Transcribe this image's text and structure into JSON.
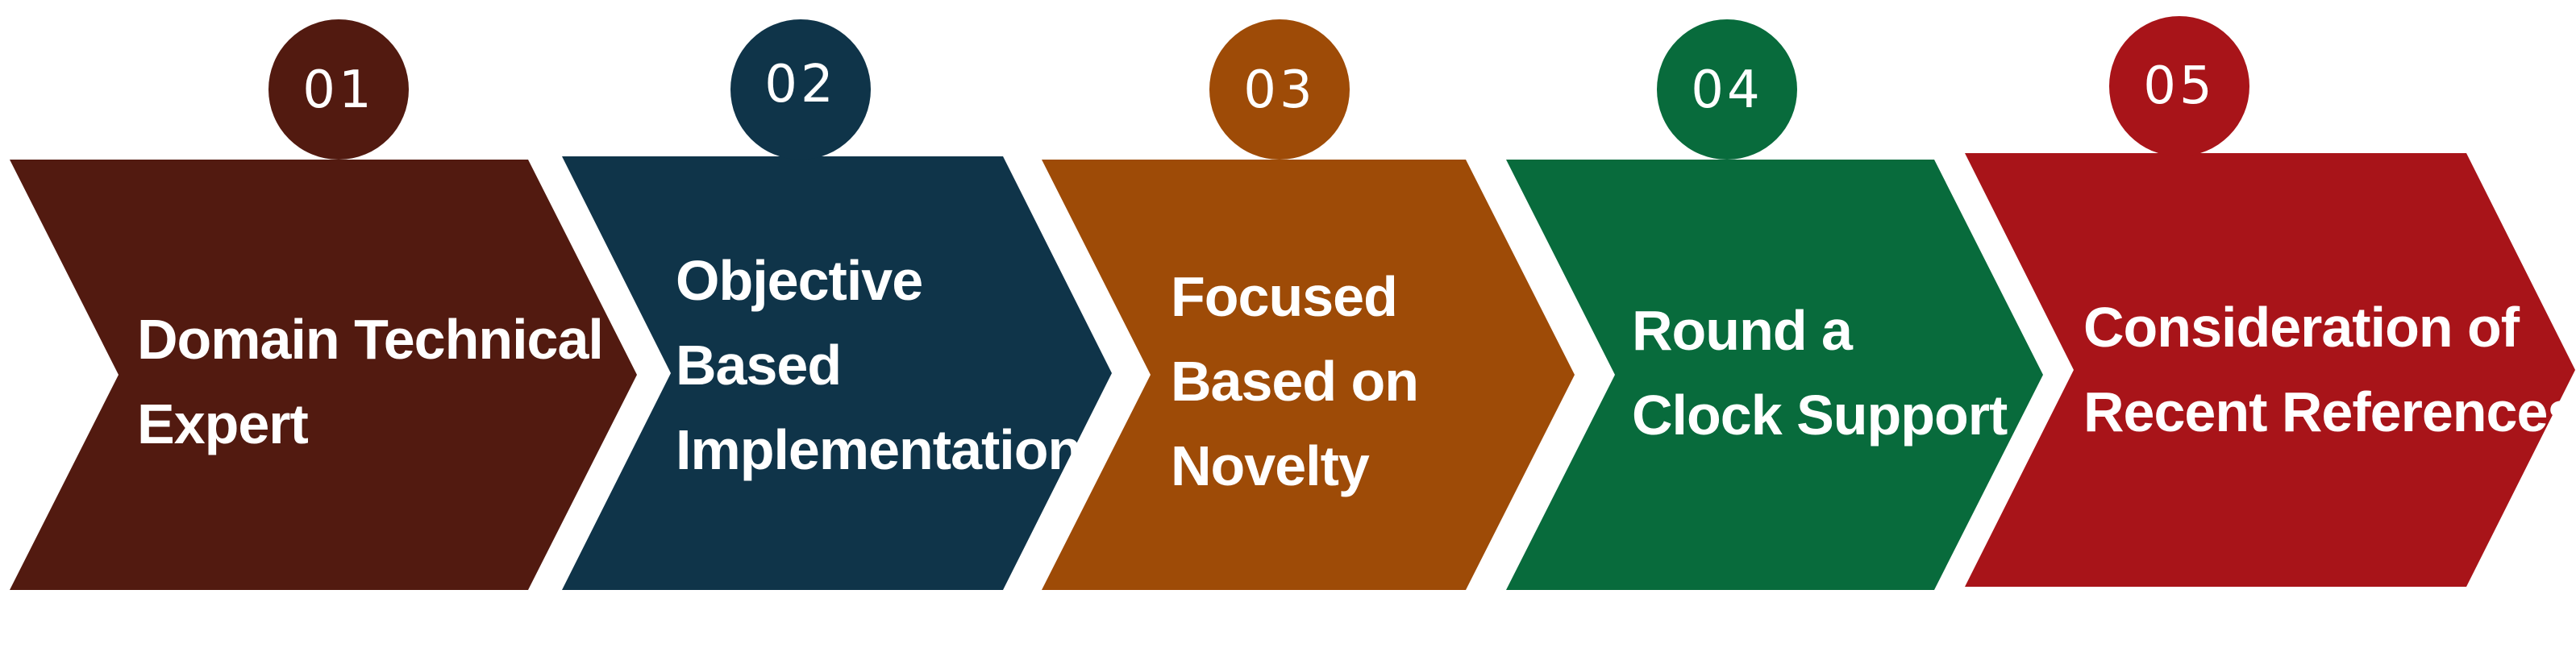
{
  "steps": [
    {
      "number": "01",
      "lines": [
        "Domain Technical",
        "Expert"
      ],
      "color": "#521a10"
    },
    {
      "number": "02",
      "lines": [
        "Objective",
        "Based",
        "Implementation"
      ],
      "color": "#0f3449"
    },
    {
      "number": "03",
      "lines": [
        "Focused",
        "Based on",
        "Novelty"
      ],
      "color": "#9e4b07"
    },
    {
      "number": "04",
      "lines": [
        "Round a",
        "Clock Support"
      ],
      "color": "#086b3c"
    },
    {
      "number": "05",
      "lines": [
        "Consideration of",
        "Recent References"
      ],
      "color": "#a81419"
    }
  ]
}
